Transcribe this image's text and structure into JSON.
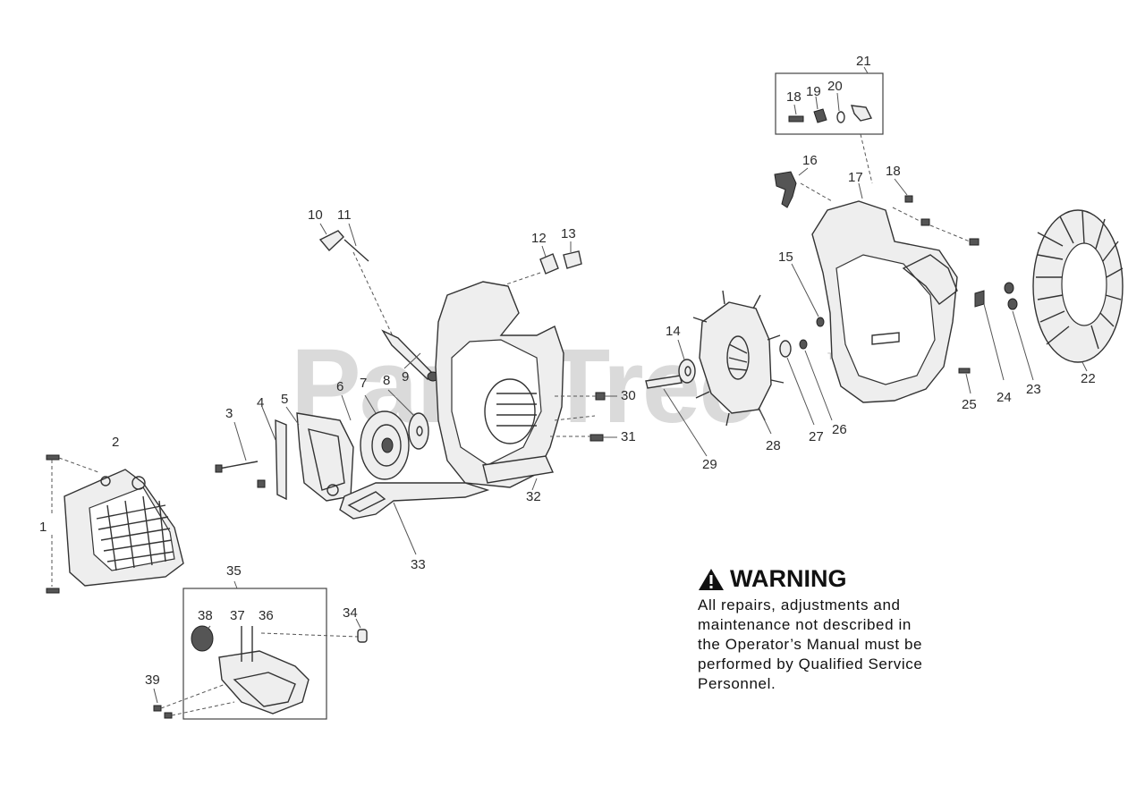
{
  "watermark": {
    "text": "PartsTree",
    "trademark": "TM"
  },
  "warning": {
    "heading": "WARNING",
    "icon": "warning-triangle-icon",
    "body": "All repairs, adjustments and\nmaintenance not described in\nthe Operator’s Manual must be\nperformed by Qualified Service\nPersonnel."
  },
  "callouts": [
    {
      "id": "1",
      "text": "1"
    },
    {
      "id": "2",
      "text": "2"
    },
    {
      "id": "3",
      "text": "3"
    },
    {
      "id": "4",
      "text": "4"
    },
    {
      "id": "5",
      "text": "5"
    },
    {
      "id": "6",
      "text": "6"
    },
    {
      "id": "7",
      "text": "7"
    },
    {
      "id": "8",
      "text": "8"
    },
    {
      "id": "9",
      "text": "9"
    },
    {
      "id": "10",
      "text": "10"
    },
    {
      "id": "11",
      "text": "11"
    },
    {
      "id": "12",
      "text": "12"
    },
    {
      "id": "13",
      "text": "13"
    },
    {
      "id": "14",
      "text": "14"
    },
    {
      "id": "15",
      "text": "15"
    },
    {
      "id": "16",
      "text": "16"
    },
    {
      "id": "17",
      "text": "17"
    },
    {
      "id": "18a",
      "text": "18"
    },
    {
      "id": "18b",
      "text": "18"
    },
    {
      "id": "19",
      "text": "19"
    },
    {
      "id": "20",
      "text": "20"
    },
    {
      "id": "21",
      "text": "21"
    },
    {
      "id": "22",
      "text": "22"
    },
    {
      "id": "23",
      "text": "23"
    },
    {
      "id": "24",
      "text": "24"
    },
    {
      "id": "25",
      "text": "25"
    },
    {
      "id": "26",
      "text": "26"
    },
    {
      "id": "27",
      "text": "27"
    },
    {
      "id": "28",
      "text": "28"
    },
    {
      "id": "29",
      "text": "29"
    },
    {
      "id": "30",
      "text": "30"
    },
    {
      "id": "31",
      "text": "31"
    },
    {
      "id": "32",
      "text": "32"
    },
    {
      "id": "33",
      "text": "33"
    },
    {
      "id": "34",
      "text": "34"
    },
    {
      "id": "35",
      "text": "35"
    },
    {
      "id": "36",
      "text": "36"
    },
    {
      "id": "37",
      "text": "37"
    },
    {
      "id": "38",
      "text": "38"
    },
    {
      "id": "39",
      "text": "39"
    }
  ]
}
